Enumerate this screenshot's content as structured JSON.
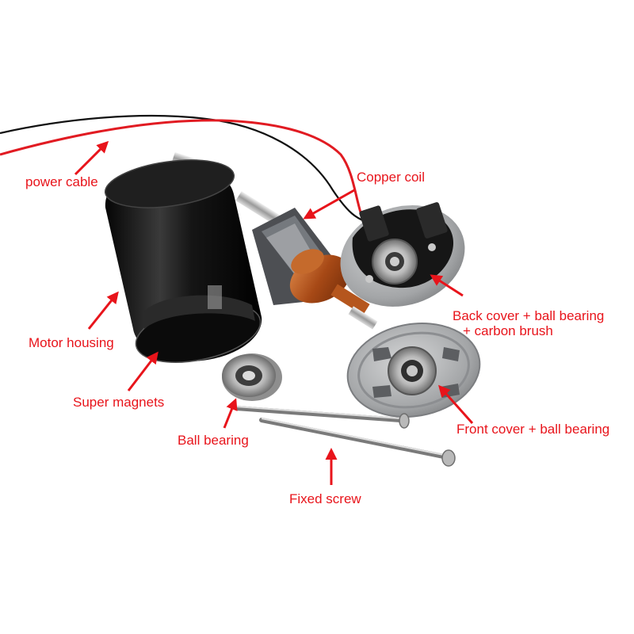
{
  "labels": {
    "power_cable": "power cable",
    "copper_coil": "Copper coil",
    "back_cover_1": "Back cover + ball bearing",
    "back_cover_2": "+ carbon brush",
    "motor_housing": "Motor housing",
    "super_magnets": "Super magnets",
    "ball_bearing": "Ball bearing",
    "front_cover": "Front cover + ball bearing",
    "fixed_screw": "Fixed screw"
  },
  "colors": {
    "label_red": "#e8141b",
    "wire_red": "#e11b22",
    "wire_black": "#111111",
    "housing": "#141414",
    "copper": "#b5561d",
    "aluminum": "#a9abad"
  }
}
